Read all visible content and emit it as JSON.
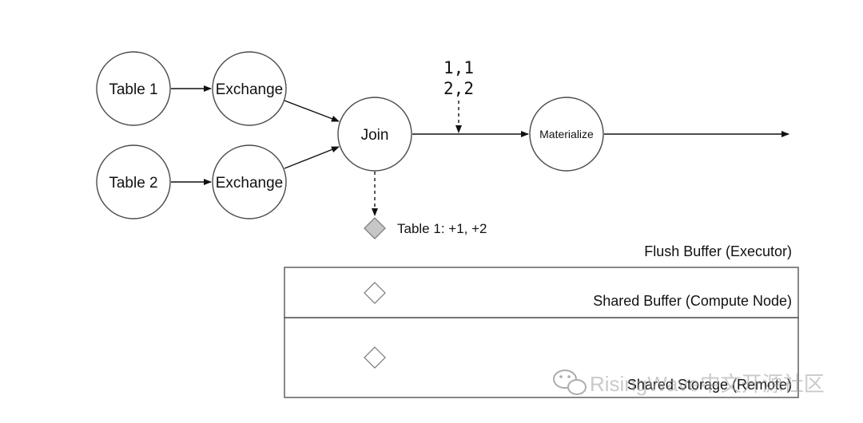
{
  "nodes": {
    "table1": "Table 1",
    "table2": "Table 2",
    "exchange1": "Exchange",
    "exchange2": "Exchange",
    "join": "Join",
    "materialize": "Materialize"
  },
  "stream_rows": [
    "1,1",
    "2,2"
  ],
  "join_state_label": "Table 1: +1, +2",
  "layers": {
    "flush_buffer": "Flush Buffer (Executor)",
    "shared_buffer": "Shared Buffer (Compute Node)",
    "shared_storage": "Shared Storage (Remote)"
  },
  "watermark": "RisingWave中文开源社区"
}
